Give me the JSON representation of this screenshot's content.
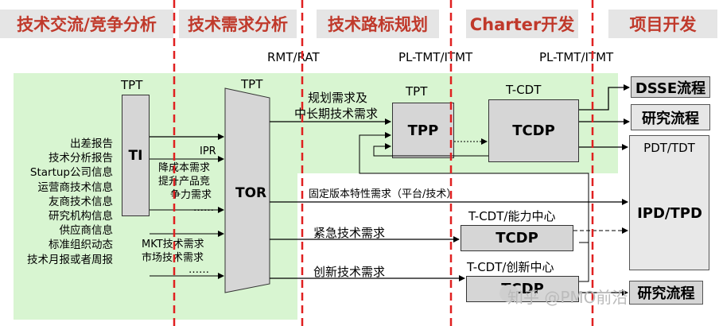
{
  "headers": [
    "技术交流/竞争分析",
    "技术需求分析",
    "技术路标规划",
    "Charter开发",
    "项目开发"
  ],
  "milestones": [
    "RMT/RAT",
    "PL-TMT/ITMT",
    "PL-TMT/ITMT"
  ],
  "ti": {
    "team": "TPT",
    "name": "TI"
  },
  "tor": {
    "team": "TPT",
    "name": "TOR"
  },
  "tpp": {
    "team": "TPT",
    "name": "TPP"
  },
  "tcdp_top": {
    "team": "T-CDT",
    "name": "TCDP"
  },
  "tcdp_mid": {
    "team": "T-CDT/能力中心",
    "name": "TCDP"
  },
  "tcdp_bot": {
    "team": "T-CDT/创新中心",
    "name": "TCDP"
  },
  "sources": [
    "出差报告",
    "技术分析报告",
    "Startup公司信息",
    "运营商技术信息",
    "友商技术信息",
    "研究机构信息",
    "供应商信息",
    "标准组织动态",
    "技术月报或者周报"
  ],
  "tor_inputs_top": [
    "IPR",
    "降成本需求",
    "提升产品竞",
    "争力需求",
    "……"
  ],
  "tor_inputs_bottom": [
    "MKT技术需求",
    "市场技术需求",
    "……"
  ],
  "flows": {
    "planning": [
      "规划需求及",
      "中长期技术需求"
    ],
    "fixed": "固定版本特性需求（平台/技术）",
    "urgent": "紧急技术需求",
    "innovation": "创新技术需求"
  },
  "right_boxes": {
    "dsse": "DSSE流程",
    "research": "研究流程",
    "pdt": "PDT/TDT",
    "ipd": "IPD/TPD",
    "bottom": "研究流程"
  },
  "watermark": "知乎 @PMO前沿",
  "colors": {
    "header_text": "#c0392b",
    "header_bg": "#e5e5e5",
    "green": "#d8f5d1",
    "divider": "#e02020"
  }
}
